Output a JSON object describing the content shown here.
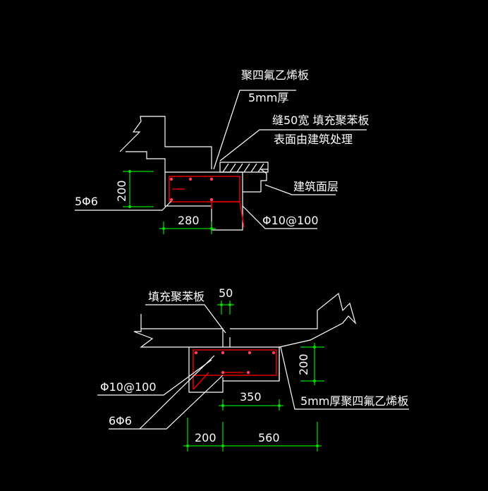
{
  "colors": {
    "background": "#000000",
    "outline": "#ffffff",
    "dimension": "#00e000",
    "rebar": "#e00000"
  },
  "detail_top": {
    "label_ptfe": "聚四氟乙烯板",
    "label_ptfe_thk": "5mm厚",
    "label_gap_fill": "缝50宽 填充聚苯板",
    "label_surface": "表面由建筑处理",
    "label_finish": "建筑面层",
    "label_bars": "5Φ6",
    "label_stirrup": "Φ10@100",
    "dim_height": "200",
    "dim_width": "280"
  },
  "detail_bottom": {
    "label_fill": "填充聚苯板",
    "dim_gap": "50",
    "dim_height": "200",
    "dim_350": "350",
    "label_ptfe": "5mm厚聚四氟乙烯板",
    "label_stirrup": "Φ10@100",
    "label_bars": "6Φ6",
    "dim_200": "200",
    "dim_560": "560"
  }
}
